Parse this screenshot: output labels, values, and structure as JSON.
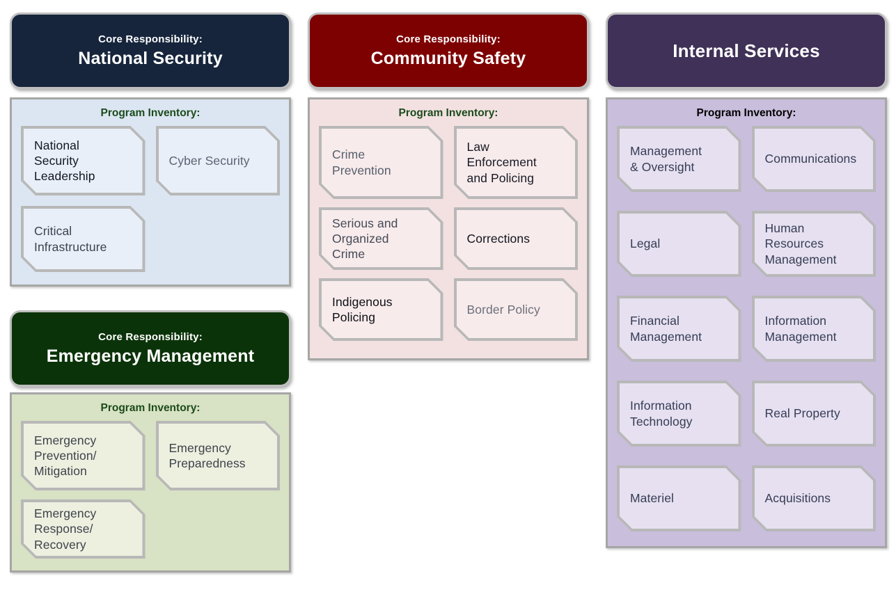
{
  "palette": {
    "frame_border_gray": "#A6A6A6",
    "item_border_gray": "#B8B8B8",
    "page_background": "#FFFFFF",
    "header_text": "#FFFFFF"
  },
  "sections": {
    "national_security": {
      "header": {
        "eyebrow": "Core Responsibility:",
        "title": "National Security",
        "bg": "#16253C"
      },
      "inventory": {
        "label": "Program Inventory:",
        "label_color": "#1C4B1C",
        "bg": "#DCE6F2",
        "item_bg": "#E9EFF8",
        "items": [
          {
            "label": "National\nSecurity\nLeadership",
            "color": "#12161F"
          },
          {
            "label": "Cyber Security",
            "color": "#5A6474"
          },
          {
            "label": "Critical\nInfrastructure",
            "color": "#3C4250"
          }
        ]
      }
    },
    "emergency_management": {
      "header": {
        "eyebrow": "Core Responsibility:",
        "title": "Emergency Management",
        "bg": "#0B3309"
      },
      "inventory": {
        "label": "Program Inventory:",
        "label_color": "#1C4B1C",
        "bg": "#D8E2C4",
        "item_bg": "#EDF0DF",
        "items": [
          {
            "label": "Emergency\nPrevention/\nMitigation",
            "color": "#3E434C"
          },
          {
            "label": "Emergency\nPreparedness",
            "color": "#3E434C"
          },
          {
            "label": "Emergency\nResponse/\nRecovery",
            "color": "#3E434C"
          }
        ]
      }
    },
    "community_safety": {
      "header": {
        "eyebrow": "Core Responsibility:",
        "title": "Community Safety",
        "bg": "#7E0101"
      },
      "inventory": {
        "label": "Program Inventory:",
        "label_color": "#1C4B1C",
        "bg": "#F3E1E1",
        "item_bg": "#F8EBEB",
        "items": [
          {
            "label": "Crime\nPrevention",
            "color": "#555E6B"
          },
          {
            "label": "Law\nEnforcement\nand Policing",
            "color": "#161A26"
          },
          {
            "label": "Serious and\nOrganized\nCrime",
            "color": "#434A57"
          },
          {
            "label": "Corrections",
            "color": "#10141E"
          },
          {
            "label": "Indigenous\nPolicing",
            "color": "#0D1016"
          },
          {
            "label": "Border Policy",
            "color": "#6B707C"
          }
        ]
      }
    },
    "internal_services": {
      "header": {
        "eyebrow": "",
        "title": "Internal Services",
        "bg": "#3F3157"
      },
      "inventory": {
        "label": "Program Inventory:",
        "label_color": "#000000",
        "bg": "#C9BEDC",
        "item_bg": "#E6E0F0",
        "items": [
          {
            "label": "Management\n& Oversight",
            "color": "#363D55"
          },
          {
            "label": "Communications",
            "color": "#363D55"
          },
          {
            "label": "Legal",
            "color": "#363D55"
          },
          {
            "label": "Human\nResources\nManagement",
            "color": "#363D55"
          },
          {
            "label": "Financial\nManagement",
            "color": "#363D55"
          },
          {
            "label": "Information\nManagement",
            "color": "#363D55"
          },
          {
            "label": "Information\nTechnology",
            "color": "#363D55"
          },
          {
            "label": "Real Property",
            "color": "#363D55"
          },
          {
            "label": "Materiel",
            "color": "#363D55"
          },
          {
            "label": "Acquisitions",
            "color": "#363D55"
          }
        ]
      }
    }
  }
}
